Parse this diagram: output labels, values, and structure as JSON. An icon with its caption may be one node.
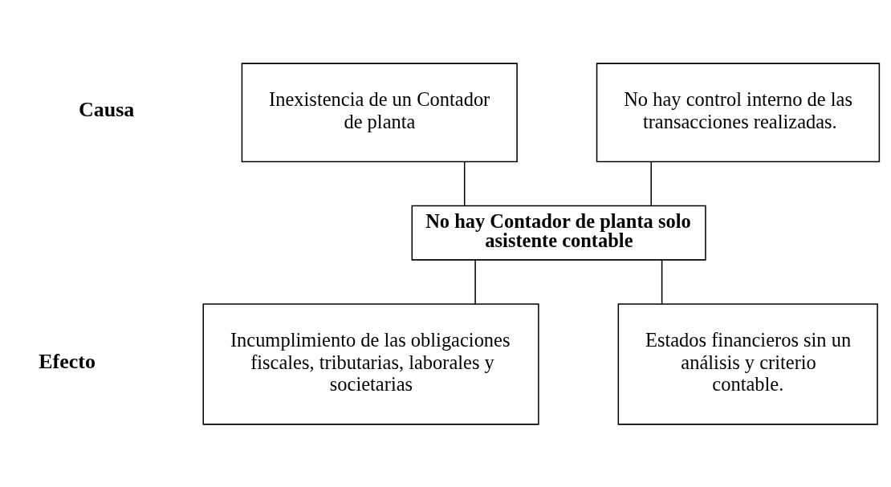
{
  "diagram": {
    "nodes": [
      {
        "text": [
          "Inexistencia de un Contador de planta"
        ]
      },
      {
        "text": [
          "No hay control interno de las transacciones realizadas."
        ]
      },
      {
        "text": [
          "No hay Contador de planta solo asistente contable"
        ]
      },
      {
        "text": [
          "Incumplimiento de las obligaciones fiscales, tributarias, laborales y societarias"
        ]
      },
      {
        "text": [
          "Estados financieros sin un análisis y criterio contable."
        ]
      }
    ],
    "edges": [
      {
        "from": 0,
        "to": 2,
        "arrow": "none"
      },
      {
        "from": 1,
        "to": 2,
        "arrow": "none"
      },
      {
        "from": 2,
        "to": 3,
        "arrow": "none"
      },
      {
        "from": 2,
        "to": 4,
        "arrow": "none"
      }
    ],
    "labels": [
      "Causa",
      "Efecto"
    ]
  }
}
